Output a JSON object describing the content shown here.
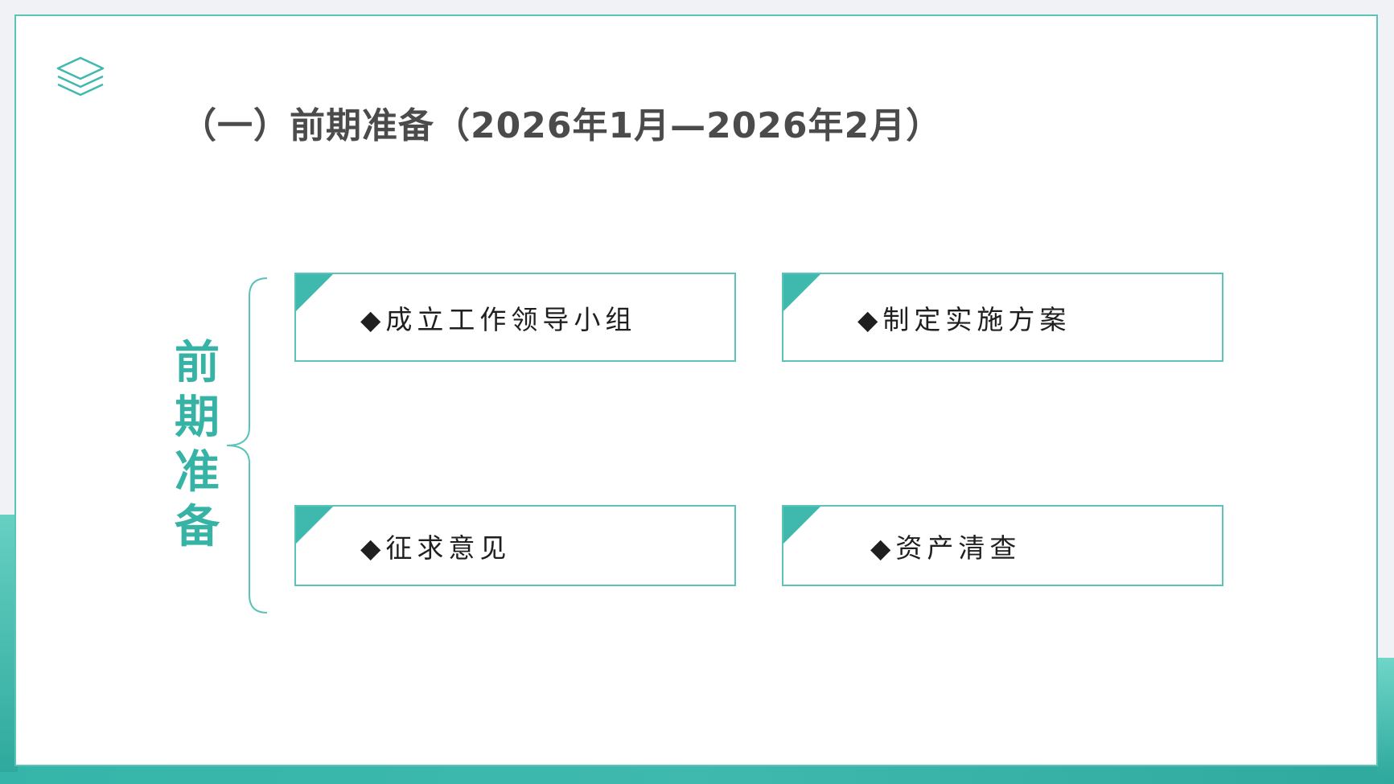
{
  "title": "（一）前期准备（2026年1月—2026年2月）",
  "side_label": "前期准备",
  "accent_color": "#37b3a6",
  "logo_icon": "layers-icon",
  "items": [
    {
      "label": "◆成立工作领导小组"
    },
    {
      "label": "◆制定实施方案"
    },
    {
      "label": "◆征求意见"
    },
    {
      "label": "◆资产清查"
    }
  ]
}
